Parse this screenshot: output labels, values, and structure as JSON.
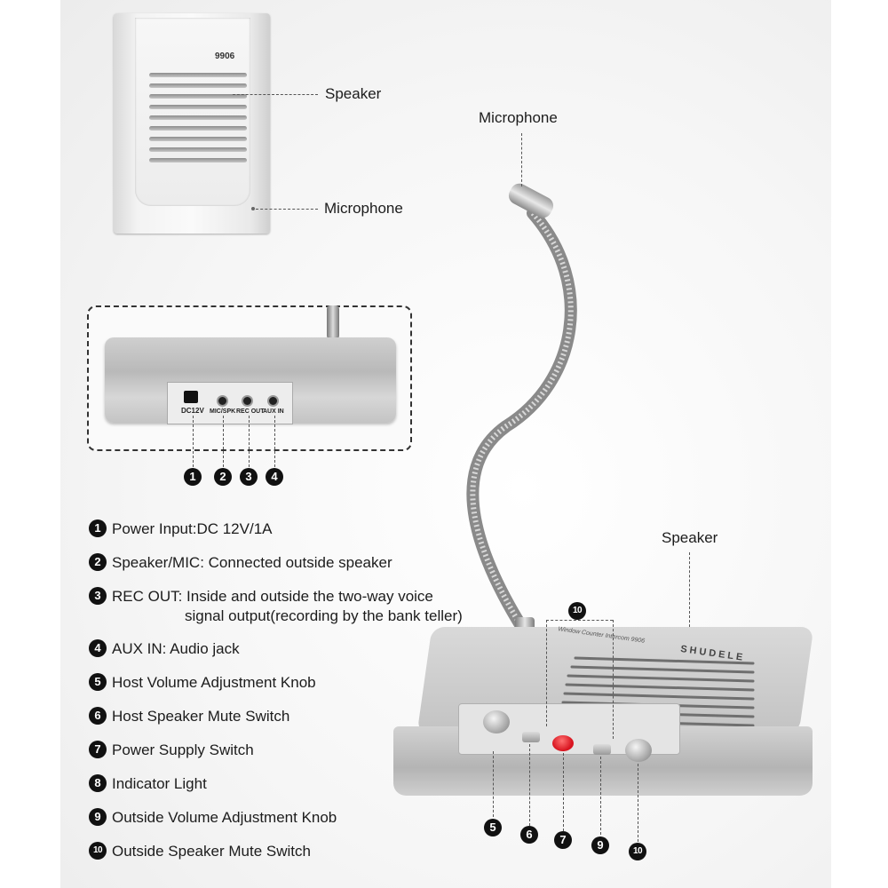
{
  "wall_unit": {
    "model": "9906",
    "speaker_label": "Speaker",
    "microphone_label": "Microphone"
  },
  "main_unit": {
    "microphone_label": "Microphone",
    "speaker_label": "Speaker",
    "brand": "SHUDELE",
    "panel_text": "Window Counter Intercom 9906"
  },
  "back_view": {
    "ports": [
      "DC12V",
      "MIC/SPK",
      "REC OUT",
      "AUX IN"
    ],
    "numbers": [
      "1",
      "2",
      "3",
      "4"
    ]
  },
  "front_callouts": {
    "top": "10",
    "bottom": [
      "5",
      "6",
      "7",
      "9",
      "10"
    ]
  },
  "legend": [
    {
      "num": "1",
      "text": "Power Input:DC 12V/1A"
    },
    {
      "num": "2",
      "text": "Speaker/MIC: Connected outside speaker"
    },
    {
      "num": "3",
      "text": "REC OUT: Inside and outside the two-way voice",
      "cont": "signal output(recording by the bank teller)"
    },
    {
      "num": "4",
      "text": "AUX IN: Audio jack"
    },
    {
      "num": "5",
      "text": "Host Volume Adjustment Knob"
    },
    {
      "num": "6",
      "text": "Host Speaker Mute Switch"
    },
    {
      "num": "7",
      "text": "Power Supply Switch"
    },
    {
      "num": "8",
      "text": "Indicator Light"
    },
    {
      "num": "9",
      "text": "Outside Volume Adjustment Knob"
    },
    {
      "num": "10",
      "text": "Outside Speaker Mute Switch"
    }
  ]
}
